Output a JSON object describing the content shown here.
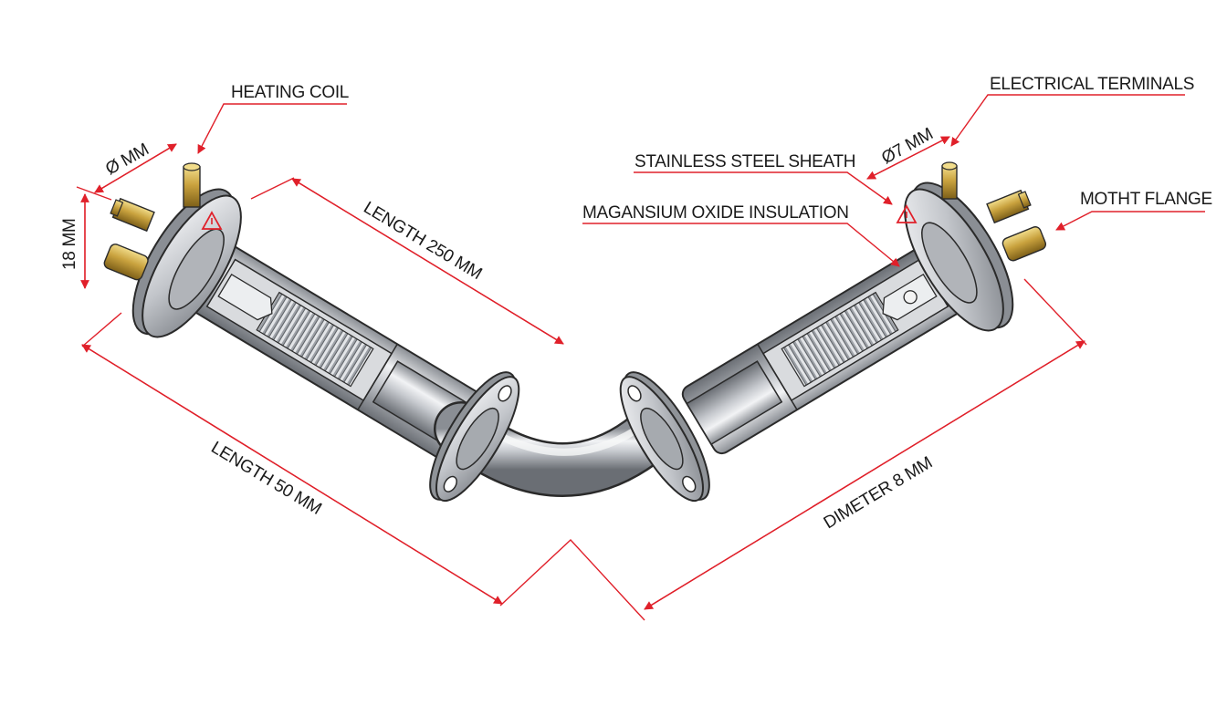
{
  "labels": {
    "heating_coil": "HEATING COIL",
    "electrical_terminals": "ELECTRICAL TERMINALS",
    "stainless_steel_sheath": "STAINLESS STEEL SHEATH",
    "magnesium_oxide_insulation": "MAGANSIUM OXIDE INSULATION",
    "mount_flange": "MOTHT FLANGE"
  },
  "dimensions": {
    "left_diameter": "Ø MM",
    "left_height": "18 MM",
    "upper_length": "LENGTH 250 MM",
    "lower_length": "LENGTH  50 MM",
    "right_diameter": "Ø7 MM",
    "overall_diameter": "DIMETER 8 MM"
  },
  "colors": {
    "leader_line": "#e0202a",
    "steel_dark": "#6e7278",
    "steel_mid": "#b8bcc2",
    "steel_light": "#eef0f2",
    "brass_dark": "#8a6a1c",
    "brass_light": "#e6c866",
    "outline": "#2a2a2a"
  },
  "icons": {
    "warning": "warning-triangle-icon"
  }
}
